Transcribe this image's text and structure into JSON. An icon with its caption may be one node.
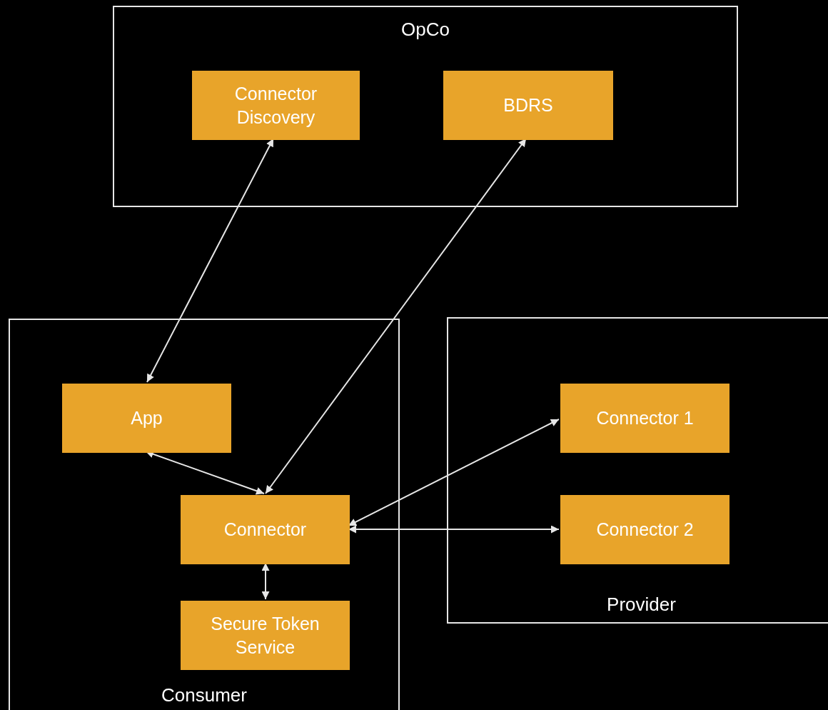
{
  "diagram": {
    "nodes": [
      {
        "text": [
          "OpCo"
        ]
      },
      {
        "text": [
          "Connector Discovery"
        ],
        "in": 0
      },
      {
        "text": [
          "BDRS"
        ],
        "in": 0
      },
      {
        "text": [
          "Consumer"
        ]
      },
      {
        "text": [
          "App"
        ],
        "in": 3
      },
      {
        "text": [
          "Connector"
        ],
        "in": 3
      },
      {
        "text": [
          "Secure Token Service"
        ],
        "in": 3
      },
      {
        "text": [
          "Provider"
        ]
      },
      {
        "text": [
          "Connector 1"
        ],
        "in": 7
      },
      {
        "text": [
          "Connector 2"
        ],
        "in": 7
      }
    ],
    "edges": [
      {
        "from": 1,
        "to": 4,
        "arrow": "both"
      },
      {
        "from": 2,
        "to": 5,
        "arrow": "both"
      },
      {
        "from": 5,
        "to": 4,
        "arrow": "both"
      },
      {
        "from": 5,
        "to": 8,
        "arrow": "both"
      },
      {
        "from": 5,
        "to": 9,
        "arrow": "both"
      },
      {
        "from": 5,
        "to": 6,
        "arrow": "both"
      }
    ]
  }
}
